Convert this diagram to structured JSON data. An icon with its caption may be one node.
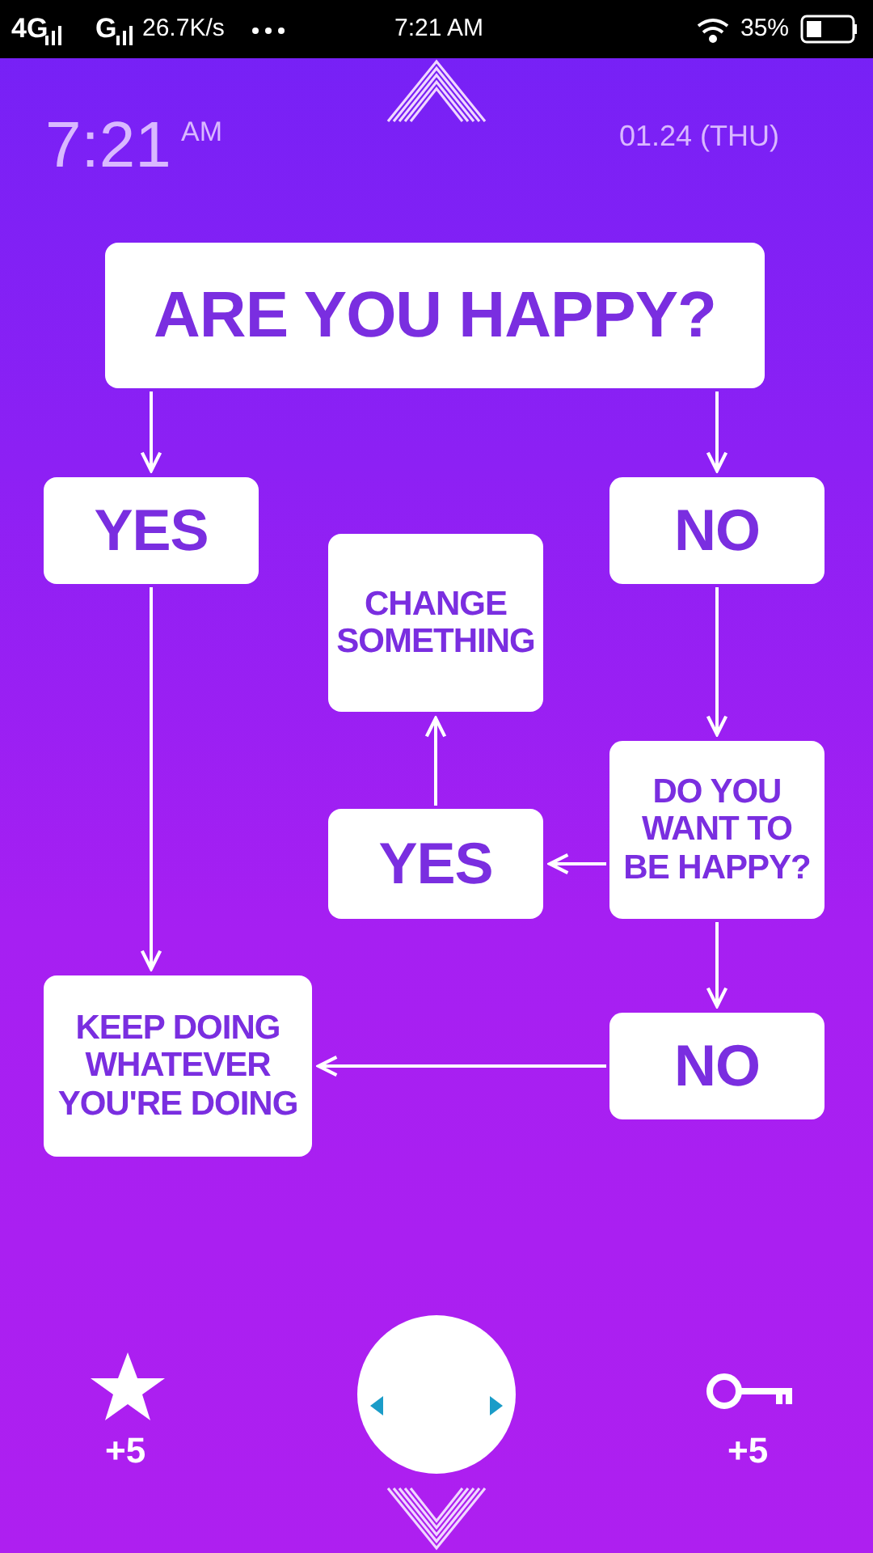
{
  "diagram": {
    "nodes": [
      {
        "text": [
          "ARE YOU HAPPY?"
        ]
      },
      {
        "text": [
          "YES"
        ]
      },
      {
        "text": [
          "NO"
        ]
      },
      {
        "text": [
          "CHANGE SOMETHING"
        ]
      },
      {
        "text": [
          "DO YOU WANT TO BE HAPPY?"
        ]
      },
      {
        "text": [
          "YES"
        ]
      },
      {
        "text": [
          "KEEP DOING WHATEVER YOU'RE DOING"
        ]
      },
      {
        "text": [
          "NO"
        ]
      }
    ],
    "edges": [
      {
        "from": 0,
        "to": 1,
        "arrow": "to"
      },
      {
        "from": 0,
        "to": 2,
        "arrow": "to"
      },
      {
        "from": 1,
        "to": 6,
        "arrow": "to"
      },
      {
        "from": 2,
        "to": 4,
        "arrow": "to"
      },
      {
        "from": 4,
        "to": 5,
        "arrow": "to"
      },
      {
        "from": 5,
        "to": 3,
        "arrow": "to"
      },
      {
        "from": 4,
        "to": 7,
        "arrow": "to"
      },
      {
        "from": 7,
        "to": 6,
        "arrow": "to"
      }
    ],
    "labels": [
      "4G",
      "G",
      "26.7K/s",
      "7:21 AM",
      "35%",
      "7:21",
      "AM",
      "01.24 (THU)",
      "+5",
      "+5"
    ]
  }
}
